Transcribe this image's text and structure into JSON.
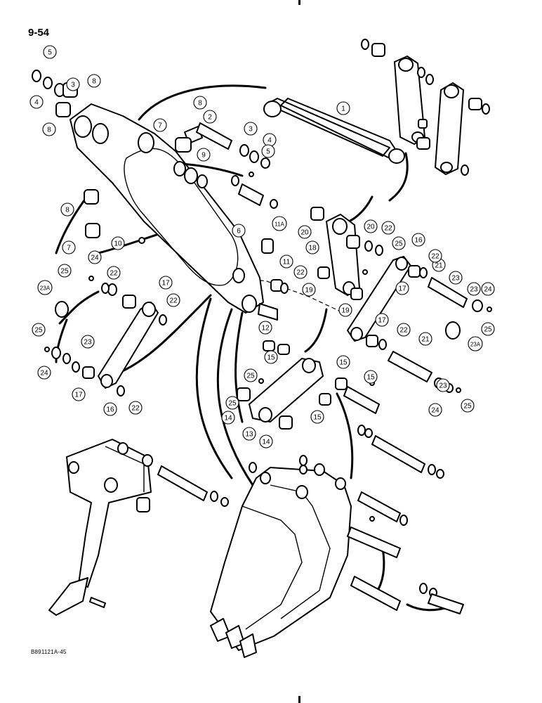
{
  "page": {
    "number": "9-54",
    "drawing_code": "B891121A-45"
  },
  "callouts": [
    "1",
    "2",
    "3",
    "3",
    "4",
    "4",
    "5",
    "5",
    "6",
    "7",
    "7",
    "8",
    "8",
    "8",
    "8",
    "9",
    "10",
    "11",
    "11A",
    "12",
    "13",
    "14",
    "14",
    "15",
    "15",
    "15",
    "15",
    "16",
    "16",
    "17",
    "17",
    "17",
    "17",
    "18",
    "19",
    "19",
    "20",
    "20",
    "21",
    "21",
    "22",
    "22",
    "22",
    "22",
    "22",
    "22",
    "22",
    "23",
    "23",
    "23",
    "23",
    "23A",
    "23A",
    "24",
    "24",
    "24",
    "24",
    "25",
    "25",
    "25",
    "25",
    "25",
    "25",
    "25"
  ],
  "colors": {
    "ink": "#000000",
    "paper": "#ffffff"
  }
}
